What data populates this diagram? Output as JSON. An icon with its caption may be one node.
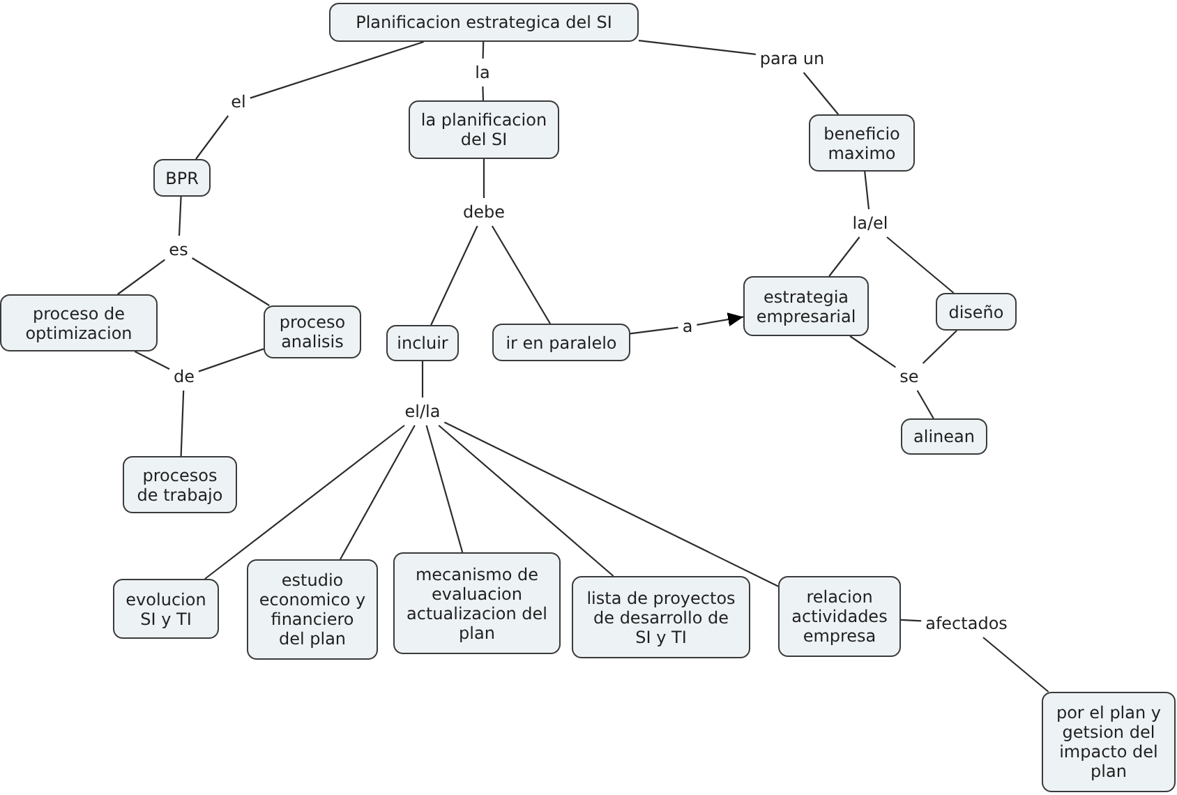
{
  "diagram": {
    "nodes": [
      {
        "text": [
          "Planificacion estrategica del SI"
        ]
      },
      {
        "text": [
          "el"
        ]
      },
      {
        "text": [
          "la"
        ]
      },
      {
        "text": [
          "para un"
        ]
      },
      {
        "text": [
          "la planificacion del SI"
        ]
      },
      {
        "text": [
          "beneficio maximo"
        ]
      },
      {
        "text": [
          "BPR"
        ]
      },
      {
        "text": [
          "debe"
        ]
      },
      {
        "text": [
          "la/el"
        ]
      },
      {
        "text": [
          "es"
        ]
      },
      {
        "text": [
          "proceso de optimizacion"
        ]
      },
      {
        "text": [
          "proceso analisis"
        ]
      },
      {
        "text": [
          "estrategia empresarial"
        ]
      },
      {
        "text": [
          "diseño"
        ]
      },
      {
        "text": [
          "incluir"
        ]
      },
      {
        "text": [
          "ir en paralelo"
        ]
      },
      {
        "text": [
          "a"
        ]
      },
      {
        "text": [
          "de"
        ]
      },
      {
        "text": [
          "se"
        ]
      },
      {
        "text": [
          "el/la"
        ]
      },
      {
        "text": [
          "alinean"
        ]
      },
      {
        "text": [
          "procesos de trabajo"
        ]
      },
      {
        "text": [
          "evolucion SI y TI"
        ]
      },
      {
        "text": [
          "estudio economico y financiero del plan"
        ]
      },
      {
        "text": [
          "mecanismo de evaluacion actualizacion del plan"
        ]
      },
      {
        "text": [
          "lista de proyectos de desarrollo de SI y TI"
        ]
      },
      {
        "text": [
          "relacion actividades empresa"
        ]
      },
      {
        "text": [
          "afectados"
        ]
      },
      {
        "text": [
          "por el plan y getsion del impacto del plan"
        ]
      }
    ],
    "edges": [
      {
        "from": 0,
        "to": 1,
        "arrow": "none"
      },
      {
        "from": 1,
        "to": 6,
        "arrow": "none"
      },
      {
        "from": 0,
        "to": 2,
        "arrow": "none"
      },
      {
        "from": 2,
        "to": 4,
        "arrow": "none"
      },
      {
        "from": 0,
        "to": 3,
        "arrow": "none"
      },
      {
        "from": 3,
        "to": 5,
        "arrow": "none"
      },
      {
        "from": 4,
        "to": 7,
        "arrow": "none"
      },
      {
        "from": 7,
        "to": 14,
        "arrow": "none"
      },
      {
        "from": 7,
        "to": 15,
        "arrow": "none"
      },
      {
        "from": 5,
        "to": 8,
        "arrow": "none"
      },
      {
        "from": 8,
        "to": 12,
        "arrow": "none"
      },
      {
        "from": 8,
        "to": 13,
        "arrow": "none"
      },
      {
        "from": 6,
        "to": 9,
        "arrow": "none"
      },
      {
        "from": 9,
        "to": 10,
        "arrow": "none"
      },
      {
        "from": 9,
        "to": 11,
        "arrow": "none"
      },
      {
        "from": 10,
        "to": 17,
        "arrow": "none"
      },
      {
        "from": 11,
        "to": 17,
        "arrow": "none"
      },
      {
        "from": 17,
        "to": 21,
        "arrow": "none"
      },
      {
        "from": 15,
        "to": 16,
        "arrow": "none"
      },
      {
        "from": 16,
        "to": 12,
        "arrow": "to"
      },
      {
        "from": 12,
        "to": 18,
        "arrow": "none"
      },
      {
        "from": 13,
        "to": 18,
        "arrow": "none"
      },
      {
        "from": 18,
        "to": 20,
        "arrow": "none"
      },
      {
        "from": 14,
        "to": 19,
        "arrow": "none"
      },
      {
        "from": 19,
        "to": 22,
        "arrow": "none"
      },
      {
        "from": 19,
        "to": 23,
        "arrow": "none"
      },
      {
        "from": 19,
        "to": 24,
        "arrow": "none"
      },
      {
        "from": 19,
        "to": 25,
        "arrow": "none"
      },
      {
        "from": 19,
        "to": 26,
        "arrow": "none"
      },
      {
        "from": 26,
        "to": 27,
        "arrow": "none"
      },
      {
        "from": 27,
        "to": 28,
        "arrow": "none"
      }
    ]
  }
}
